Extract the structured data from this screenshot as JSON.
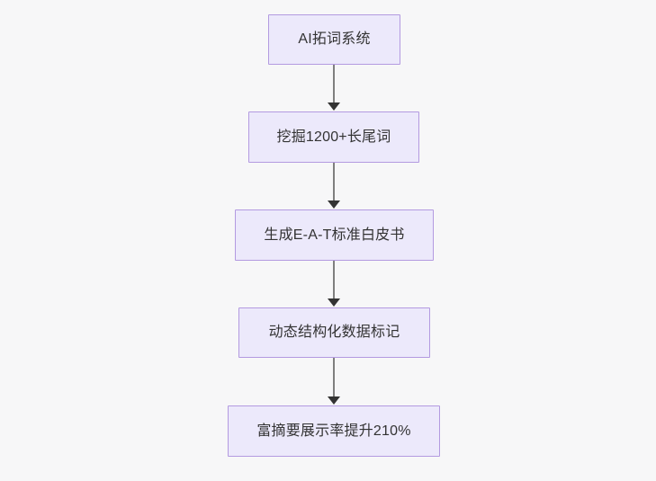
{
  "diagram": {
    "type": "flowchart",
    "orientation": "top-to-bottom",
    "background_color": "#f7f7f8",
    "node_fill_color": "#ece9fb",
    "node_border_color": "#b39ae0",
    "node_text_color": "#333333",
    "edge_color": "#7f7f7f",
    "arrowhead_color": "#333333",
    "nodes": [
      {
        "id": "n1",
        "label": "AI拓词系统"
      },
      {
        "id": "n2",
        "label": "挖掘1200+长尾词"
      },
      {
        "id": "n3",
        "label": "生成E-A-T标准白皮书"
      },
      {
        "id": "n4",
        "label": "动态结构化数据标记"
      },
      {
        "id": "n5",
        "label": "富摘要展示率提升210%"
      }
    ],
    "edges": [
      {
        "from": "n1",
        "to": "n2",
        "label": ""
      },
      {
        "from": "n2",
        "to": "n3",
        "label": ""
      },
      {
        "from": "n3",
        "to": "n4",
        "label": ""
      },
      {
        "from": "n4",
        "to": "n5",
        "label": ""
      }
    ]
  }
}
